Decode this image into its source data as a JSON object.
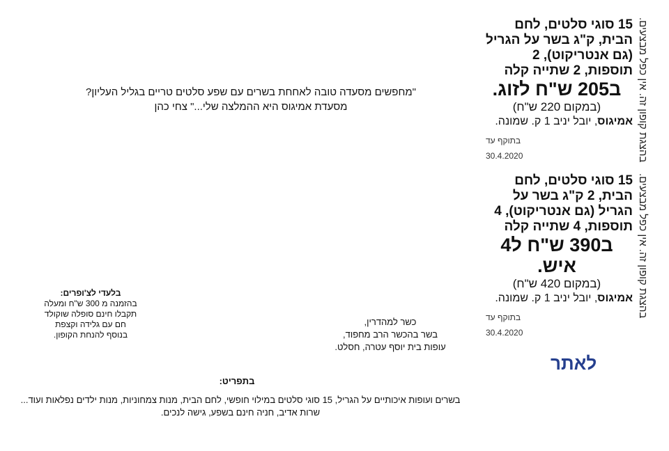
{
  "coupons": [
    {
      "headline": "15 סוגי סלטים, לחם הבית, ק\"ג בשר על הגריל (גם אנטריקוט), 2 תוספות, 2 שתייה קלה",
      "price": "ב205 ש\"ח לזוג.",
      "original_price": "(במקום 220 ש\"ח)",
      "restaurant": "אמיגוס",
      "address": ", יובל יניב 1 ק. שמונה.",
      "valid_label": "בתוקף עד",
      "valid_date": "30.4.2020",
      "terms": "בהצגת קופון זה. אין כפל מבצעים."
    },
    {
      "headline": "15 סוגי סלטים, לחם הבית, 2 ק\"ג בשר על הגריל (גם אנטריקוט), 4 תוספות, 4 שתייה קלה",
      "price": "ב390 ש\"ח ל4 איש.",
      "original_price": "(במקום 420 ש\"ח)",
      "restaurant": "אמיגוס",
      "address": ", יובל יניב 1 ק. שמונה.",
      "valid_label": "בתוקף עד",
      "valid_date": "30.4.2020",
      "terms": "בהצגת קופון זה. אין כפל מבצעים."
    }
  ],
  "quote": {
    "line1": "\"מחפשים מסעדה טובה לאחחת בשרים עם שפע סלטים טריים בגליל העליון?",
    "line2": "מסעדת אמיגוס היא ההמלצה שלי...\" צחי כהן"
  },
  "exclusive": {
    "title": "בלעדי לצ'ופרים:",
    "lines": [
      "בהזמנה מ 300 ש\"ח ומעלה",
      "תקבלו חינם סופלה שוקולד",
      "חם עם גלידה וקצפת",
      "בנוסף להנחת הקופון."
    ]
  },
  "kosher": {
    "lines": [
      "כשר למהדרין,",
      "בשר בהכשר הרב מחפוד,",
      "עופות בית יוסף עטרה, חסלט."
    ]
  },
  "menu": {
    "title": "בתפריט:",
    "line1": "בשרים ועופות איכותיים על הגריל, 15 סוגי סלטים במילוי חופשי, לחם הבית, מנות צמחוניות, מנות ילדים נפלאות ועוד...",
    "line2": "שרות אדיב, חניה חינם בשפע, גישה לנכים."
  },
  "site_link": "לאתר",
  "colors": {
    "link": "#253f8e"
  }
}
